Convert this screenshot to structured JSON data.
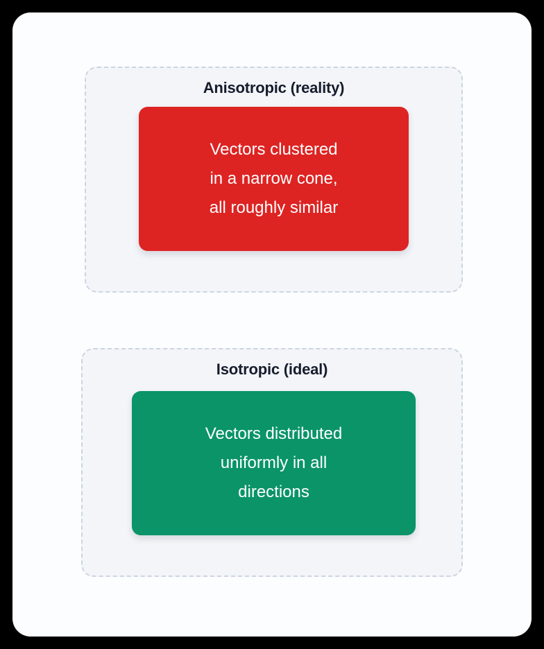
{
  "diagram": {
    "background_color": "#000000",
    "card_color": "#fcfdfe",
    "panels": [
      {
        "id": "anisotropic",
        "title": "Anisotropic (reality)",
        "panel_fill": "#f3f5f9",
        "panel_border_color": "#cbd5e1",
        "box": {
          "text": "Vectors clustered\nin a narrow cone,\nall roughly similar",
          "lines": [
            "Vectors clustered",
            "in a narrow cone,",
            "all roughly similar"
          ],
          "color": "#dd2423",
          "text_color": "#ffffff"
        }
      },
      {
        "id": "isotropic",
        "title": "Isotropic (ideal)",
        "panel_fill": "#f3f5f9",
        "panel_border_color": "#cbd5e1",
        "box": {
          "text": "Vectors distributed\nuniformly in all\ndirections",
          "lines": [
            "Vectors distributed",
            "uniformly in all",
            "directions"
          ],
          "color": "#0a9467",
          "text_color": "#ffffff"
        }
      }
    ]
  }
}
